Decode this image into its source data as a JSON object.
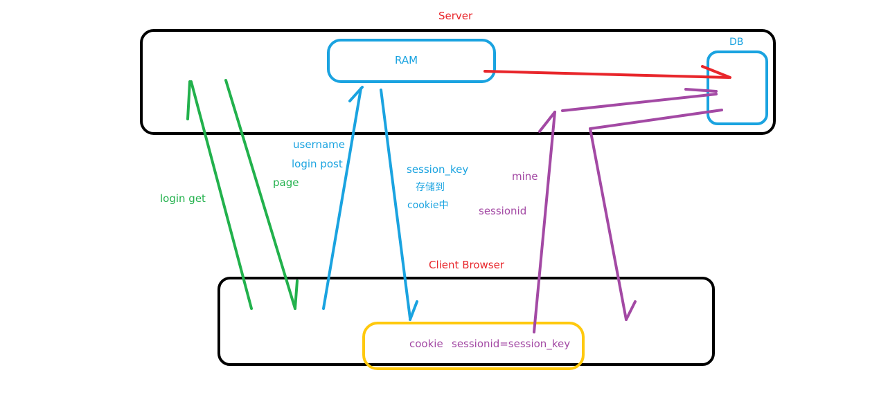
{
  "labels": {
    "server": "Server",
    "ram": "RAM",
    "db": "DB",
    "client_browser": "Client Browser",
    "username": "username",
    "login_post": "login post",
    "page": "page",
    "login_get": "login get",
    "session_key": "session_key",
    "store_to": "存储到",
    "cookie_in": "cookie中",
    "mine": "mine",
    "sessionid": "sessionid",
    "cookie": "cookie",
    "sessionid_eq": "sessionid=session_key"
  },
  "colors": {
    "server_box": "#000000",
    "client_box": "#000000",
    "ram_box": "#1aa3e0",
    "db_box": "#1aa3e0",
    "cookie_box": "#ffc90e",
    "red_arrow": "#e8262b",
    "green_arrow": "#22b14c",
    "blue_arrow": "#1aa3e0",
    "purple_arrow": "#a349a4"
  }
}
